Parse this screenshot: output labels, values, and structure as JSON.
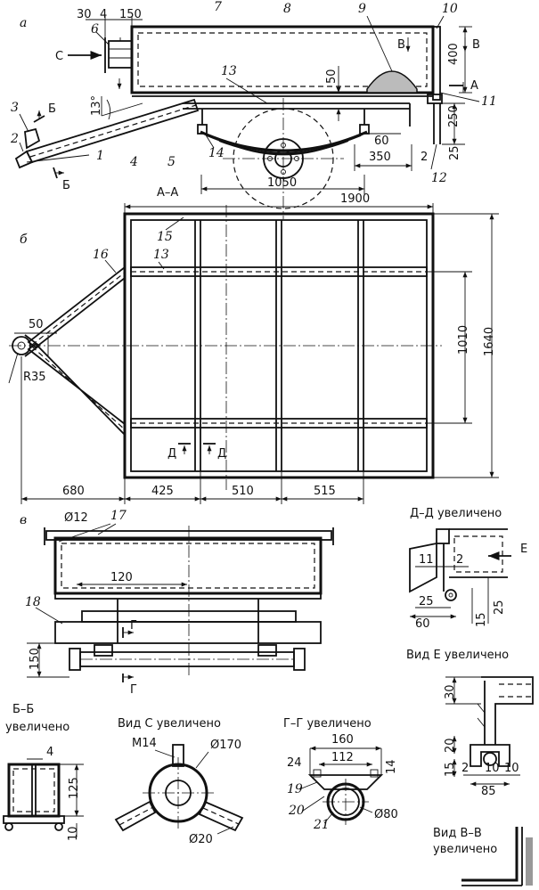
{
  "views": {
    "a": "а",
    "b": "б",
    "c": "в"
  },
  "dims_a": {
    "d30": "30",
    "d4": "4",
    "d150": "150",
    "d400": "400",
    "d50": "50",
    "d250": "250",
    "d25": "25",
    "d60": "60",
    "d350": "350",
    "d2": "2",
    "d1050": "1050",
    "ang13": "13°"
  },
  "markers_a": {
    "C": "С",
    "B_left": "В",
    "B_right": "В",
    "A": "А",
    "Bsec_top": "Б",
    "Bsec_bot": "Б"
  },
  "parts": [
    "1",
    "2",
    "3",
    "4",
    "5",
    "6",
    "7",
    "8",
    "9",
    "10",
    "11",
    "12",
    "13",
    "14"
  ],
  "dims_b": {
    "section": "А–А",
    "d1900": "1900",
    "d1640": "1640",
    "d1010": "1010",
    "d50": "50",
    "r35": "R35",
    "d680": "680",
    "d425": "425",
    "d510": "510",
    "d515": "515",
    "p15": "15",
    "p13": "13",
    "p16": "16",
    "D_left": "Д",
    "D_right": "Д"
  },
  "dims_c": {
    "dia12": "Ø12",
    "p17": "17",
    "p18": "18",
    "d120": "120",
    "d150": "150",
    "G_top": "Г",
    "G_bot": "Г"
  },
  "detail_dd": {
    "title": "Д–Д увеличено",
    "E": "Е",
    "d11": "11",
    "d2": "2",
    "d25a": "25",
    "d15": "15",
    "d25b": "25",
    "d60": "60"
  },
  "detail_e": {
    "title": "Вид Е увеличено",
    "d30": "30",
    "d20": "20",
    "d15": "15",
    "d2": "2",
    "d10a": "10",
    "d10b": "10",
    "d85": "85"
  },
  "detail_bb": {
    "title1": "Б–Б",
    "title2": "увеличено",
    "d4": "4",
    "d125": "125",
    "d10": "10"
  },
  "detail_c": {
    "title": "Вид С увеличено",
    "m14": "М14",
    "dia170": "Ø170",
    "dia20": "Ø20"
  },
  "detail_gg": {
    "title": "Г–Г увеличено",
    "d160": "160",
    "d112": "112",
    "d24": "24",
    "d14": "14",
    "p19": "19",
    "p20": "20",
    "p21": "21",
    "dia80": "Ø80"
  },
  "detail_vv": {
    "title1": "Вид В–В",
    "title2": "увеличено"
  }
}
